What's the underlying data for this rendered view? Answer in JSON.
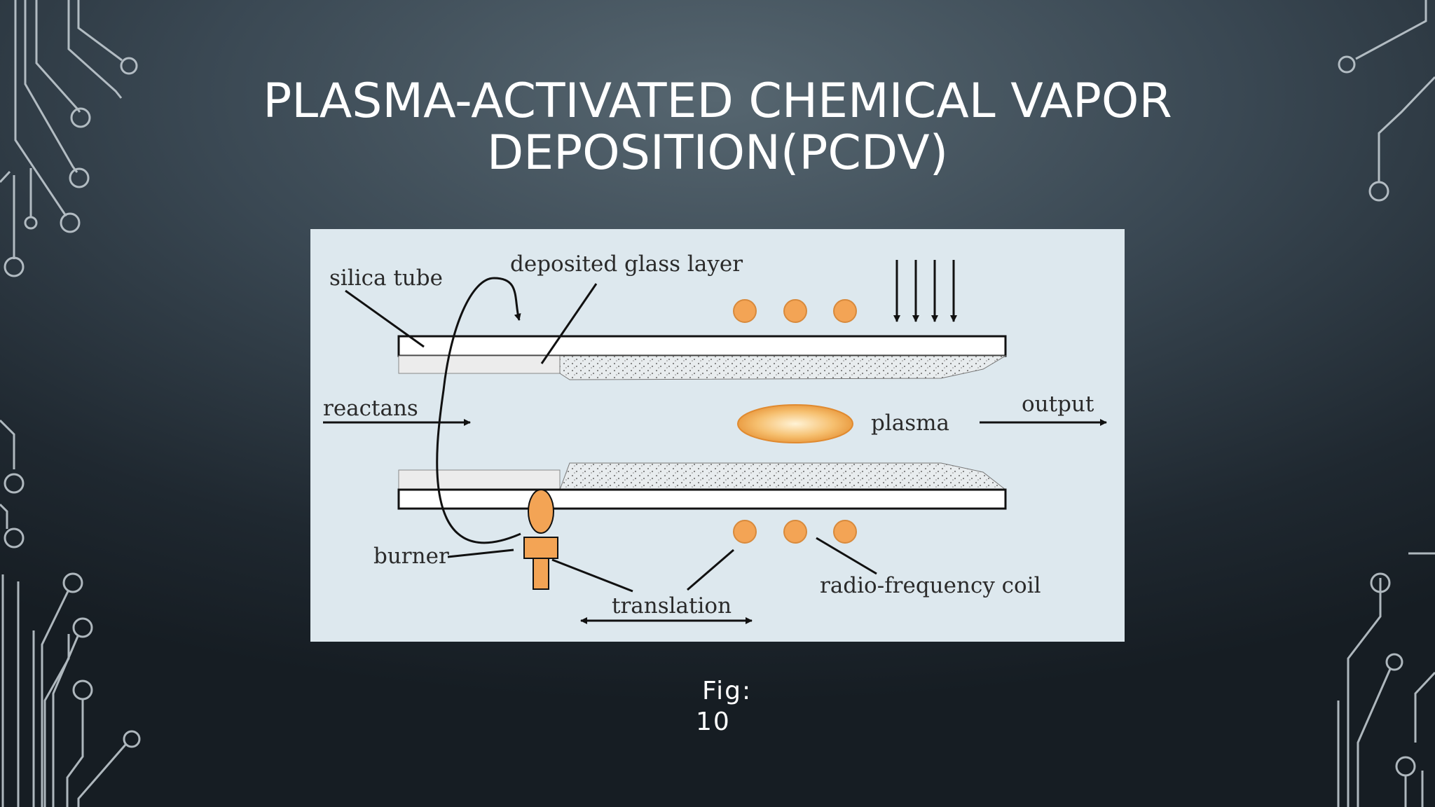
{
  "slide": {
    "title_line1": "PLASMA-ACTIVATED CHEMICAL VAPOR",
    "title_line2": "DEPOSITION(PCDV)",
    "caption_line1": "Fig:",
    "caption_line2": "10"
  },
  "diagram": {
    "labels": {
      "silica_tube": "silica tube",
      "deposited_glass_layer": "deposited glass layer",
      "reactans": "reactans",
      "plasma": "plasma",
      "output": "output",
      "burner": "burner",
      "translation": "translation",
      "rf_coil": "radio-frequency coil"
    }
  },
  "colors": {
    "background": "#2f3b45",
    "circuit_lines": "#c9d2d8",
    "diagram_panel": "#dde8ee",
    "coil_and_burner": "#f3a455",
    "plasma": "#f0b060"
  }
}
